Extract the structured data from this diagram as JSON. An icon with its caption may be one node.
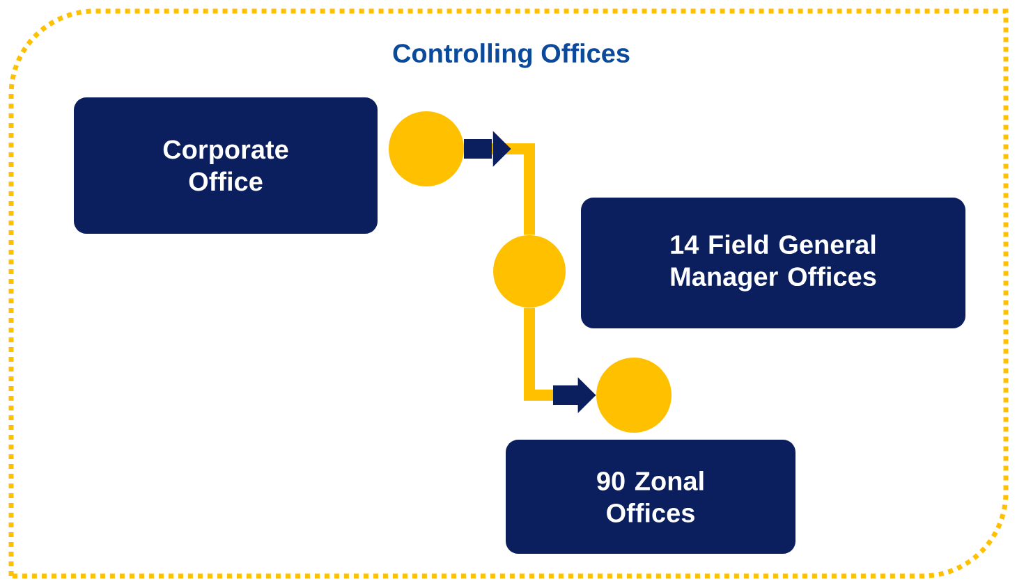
{
  "diagram": {
    "nodes": [
      {
        "text": [
          "Controlling Offices"
        ]
      },
      {
        "text": [
          "Corporate Office"
        ],
        "in": 0
      },
      {
        "text": [],
        "shape": "circle",
        "in": 0
      },
      {
        "text": [
          "14 Field General Manager Offices"
        ],
        "in": 0
      },
      {
        "text": [],
        "shape": "circle",
        "in": 0
      },
      {
        "text": [],
        "shape": "circle",
        "in": 0
      },
      {
        "text": [
          "90 Zonal Offices"
        ],
        "in": 0
      }
    ],
    "edges": [
      {
        "from": 2,
        "to": 4,
        "arrow": "to"
      },
      {
        "from": 4,
        "to": 5,
        "arrow": "to"
      }
    ]
  }
}
